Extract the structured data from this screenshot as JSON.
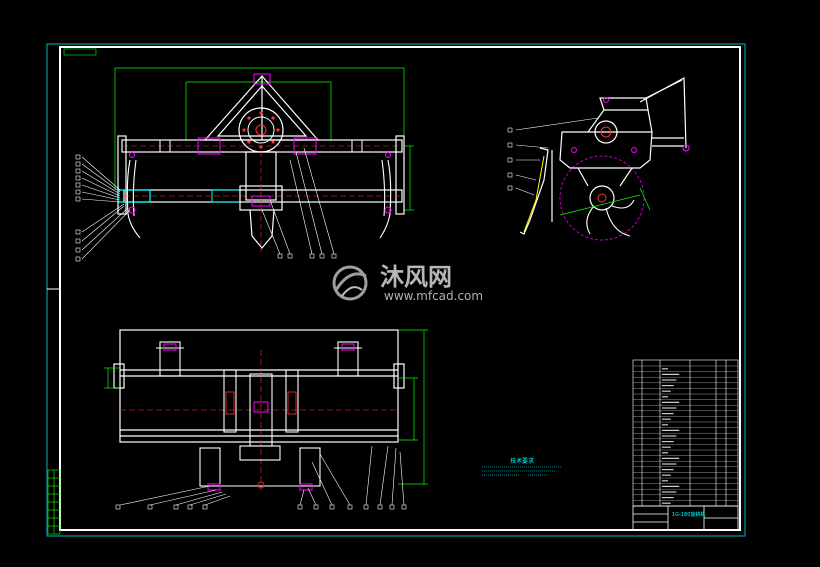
{
  "watermark": {
    "brand": "沐风网",
    "url": "www.mfcad.com"
  },
  "drawing": {
    "title_block_name": "1G-180旋耕机",
    "tech_requirements_heading": "技术要求"
  },
  "colors": {
    "background": "#000000",
    "frame": "#ffffff",
    "frame_accent": "#00c8c8",
    "dimension": "#00ff00",
    "yellow": "#ffff00",
    "magenta": "#ff00ff",
    "cyan": "#00ffff",
    "red": "#ff3030",
    "white": "#ffffff"
  }
}
